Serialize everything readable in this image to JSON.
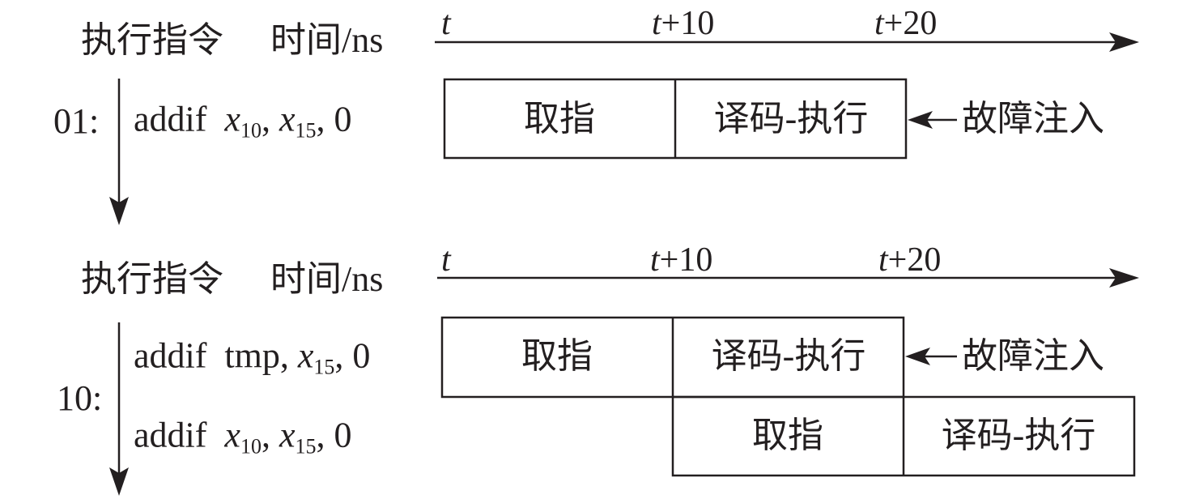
{
  "header": {
    "instr_label": "执行指令",
    "time_label": "时间/ns"
  },
  "axis": {
    "t": "t",
    "t10_var": "t",
    "t10_rest": "+10",
    "t20_var": "t",
    "t20_rest": "+20"
  },
  "stages": {
    "fetch": "取指",
    "decode_exec": "译码-执行"
  },
  "fault": {
    "label": "故障注入"
  },
  "top": {
    "address": "01:",
    "instr": {
      "op": "addif",
      "a": "x",
      "a_sub": "10",
      "b": "x",
      "b_sub": "15",
      "imm": "0"
    }
  },
  "bottom": {
    "address": "10:",
    "instr1": {
      "op": "addif",
      "a": "tmp,",
      "b": "x",
      "b_sub": "15",
      "imm": "0"
    },
    "instr2": {
      "op": "addif",
      "a": "x",
      "a_sub": "10",
      "b": "x",
      "b_sub": "15",
      "imm": "0"
    }
  }
}
